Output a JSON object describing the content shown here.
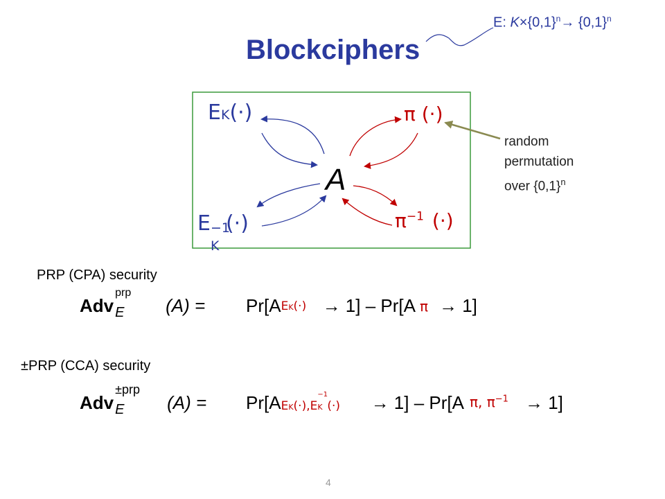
{
  "title": "Blockciphers",
  "signature": {
    "prefix": "E: ",
    "k": "K",
    "times": "×{0,1}",
    "n1": "n",
    "arrow": "→ {0,1}",
    "n2": "n"
  },
  "diagram": {
    "center": "A",
    "ek": "E",
    "ek_sub": "K",
    "ek_args": "(·)",
    "ekinv": "E",
    "ekinv_sub": "K",
    "ekinv_sup": "−1",
    "ekinv_args": "(·)",
    "pi": "π (·)",
    "piinv": "π",
    "piinv_sup": "−1",
    "piinv_args": "(·)"
  },
  "random_perm": {
    "line1": "random",
    "line2": "permutation",
    "line3": "over {0,1}",
    "sup": "n"
  },
  "prp": {
    "label": "PRP (CPA) security",
    "adv": "Adv",
    "sup": "prp",
    "sub": "E",
    "arg": "(A) =",
    "pr1": "Pr[A",
    "oracle1": "E",
    "oracle1_sub": "K",
    "oracle1_args": "(·)",
    "mid": "→ 1] – Pr[A",
    "oracle2": "π",
    "end": "→ 1]"
  },
  "cca": {
    "label": "±PRP (CCA) security",
    "adv": "Adv",
    "sup": "±prp",
    "sub": "E",
    "arg": "(A) =",
    "pr1": "Pr[A",
    "oracle1": "E",
    "oracle1_sub": "K",
    "oracle1_args": "(·),E",
    "oracle1_sub2": "K",
    "oracle1_sup2": "−1",
    "oracle1_args2": "(·)",
    "mid": "→ 1] – Pr[A",
    "oracle2": "π, π",
    "oracle2_sup": "−1",
    "end": "→ 1]"
  },
  "page_number": "4",
  "colors": {
    "blue": "#2b3a9e",
    "red": "#c00000",
    "green": "#3a9a3a",
    "olive": "#8a8a50"
  }
}
